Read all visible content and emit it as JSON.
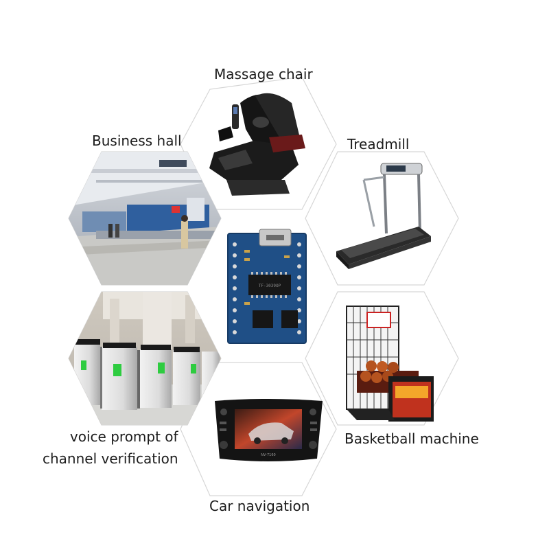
{
  "applications": [
    {
      "id": "massage-chair",
      "label": "Massage chair",
      "icon": "massage-chair-photo"
    },
    {
      "id": "business-hall",
      "label": "Business hall",
      "icon": "business-hall-photo"
    },
    {
      "id": "treadmill",
      "label": "Treadmill",
      "icon": "treadmill-photo"
    },
    {
      "id": "channel-verification",
      "label": "voice prompt of\nchannel verification",
      "icon": "turnstile-gates-photo"
    },
    {
      "id": "basketball-machine",
      "label": "Basketball machine",
      "icon": "basketball-arcade-photo"
    },
    {
      "id": "car-navigation",
      "label": "Car navigation",
      "icon": "car-navigation-unit-photo"
    }
  ],
  "center": {
    "icon": "mp3-module-pcb-photo",
    "chip_marking": "TF-3039OP"
  },
  "car_screen_text": "NV-7160",
  "colors": {
    "pcb": "#1f4f86",
    "hex_outline": "#d6d6d6",
    "text": "#1c1c1c"
  }
}
